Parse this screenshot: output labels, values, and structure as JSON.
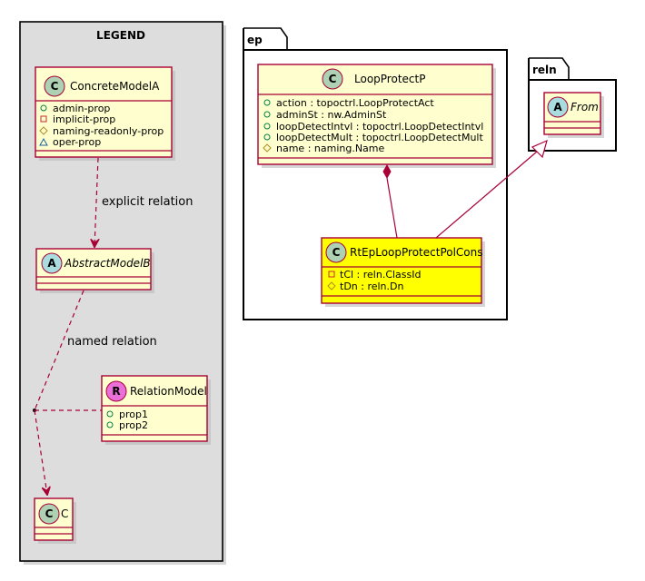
{
  "legend": {
    "title": "LEGEND",
    "classes": {
      "concrete": {
        "stereotype": "C",
        "name": "ConcreteModelA",
        "attributes": [
          {
            "visibility": "public",
            "text": "admin-prop"
          },
          {
            "visibility": "private",
            "text": "implicit-prop"
          },
          {
            "visibility": "protected",
            "text": "naming-readonly-prop"
          },
          {
            "visibility": "package",
            "text": "oper-prop"
          }
        ]
      },
      "abstract": {
        "stereotype": "A",
        "name": "AbstractModelB"
      },
      "relation": {
        "stereotype": "R",
        "name": "RelationModel",
        "attributes": [
          {
            "visibility": "public",
            "text": "prop1"
          },
          {
            "visibility": "public",
            "text": "prop2"
          }
        ]
      },
      "c": {
        "stereotype": "C",
        "name": "C"
      }
    },
    "relations": {
      "explicit": "explicit relation",
      "named": "named relation"
    }
  },
  "packages": {
    "ep": {
      "name": "ep",
      "classes": {
        "loopProtect": {
          "stereotype": "C",
          "name": "LoopProtectP",
          "attributes": [
            {
              "visibility": "public",
              "text": "action : topoctrl.LoopProtectAct"
            },
            {
              "visibility": "public",
              "text": "adminSt : nw.AdminSt"
            },
            {
              "visibility": "public",
              "text": "loopDetectIntvl : topoctrl.LoopDetectIntvl"
            },
            {
              "visibility": "public",
              "text": "loopDetectMult : topoctrl.LoopDetectMult"
            },
            {
              "visibility": "protected",
              "text": "name : naming.Name"
            }
          ]
        },
        "rtEp": {
          "stereotype": "C",
          "name": "RtEpLoopProtectPolCons",
          "highlight": "#ffff00",
          "attributes": [
            {
              "visibility": "private",
              "text": "tCl : reln.ClassId"
            },
            {
              "visibility": "protected",
              "text": "tDn : reln.Dn"
            }
          ]
        }
      }
    },
    "reln": {
      "name": "reln",
      "classes": {
        "from": {
          "stereotype": "A",
          "name": "From"
        }
      }
    }
  },
  "colors": {
    "class_fill": "#fefece",
    "class_border": "#a80036",
    "highlight_fill": "#ffff00",
    "legend_fill": "#dddddd",
    "badge_class": "#add1b2",
    "badge_abstract": "#a9dcdf",
    "badge_relation": "#eb6fd9"
  }
}
